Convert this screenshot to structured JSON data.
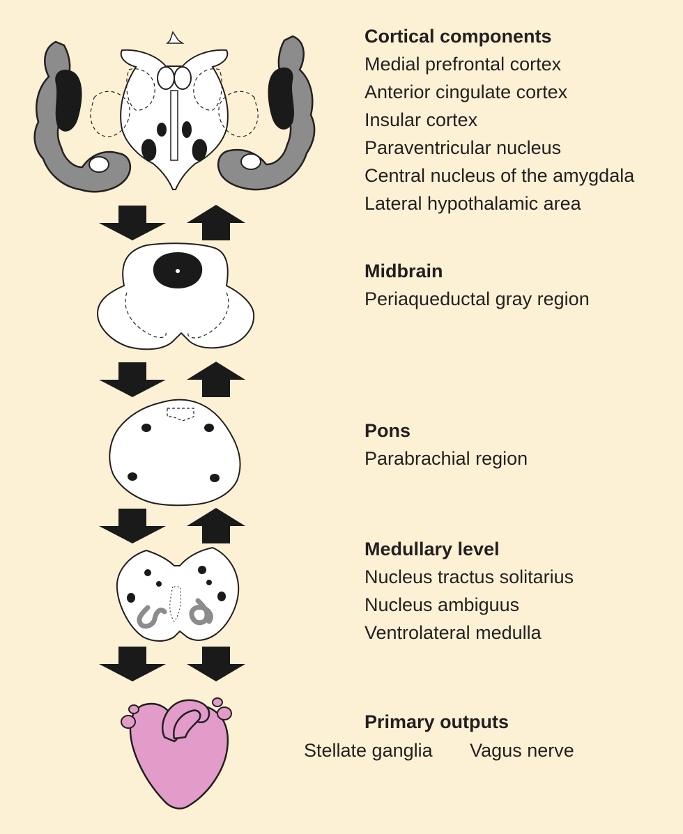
{
  "sections": {
    "cortical": {
      "heading": "Cortical components",
      "items": [
        "Medial prefrontal cortex",
        "Anterior cingulate cortex",
        "Insular cortex",
        "Paraventricular nucleus",
        "Central nucleus of the amygdala",
        "Lateral hypothalamic area"
      ]
    },
    "midbrain": {
      "heading": "Midbrain",
      "items": [
        "Periaqueductal gray region"
      ]
    },
    "pons": {
      "heading": "Pons",
      "items": [
        "Parabrachial region"
      ]
    },
    "medulla": {
      "heading": "Medullary level",
      "items": [
        "Nucleus tractus solitarius",
        "Nucleus ambiguus",
        "Ventrolateral medulla"
      ]
    },
    "outputs": {
      "heading": "Primary outputs",
      "items": [
        "Stellate ganglia",
        "Vagus nerve"
      ]
    }
  },
  "colors": {
    "background": "#fdf1d5",
    "cortex_gray": "#8c8c8c",
    "nucleus_black": "#1a1a1a",
    "heart_pink": "#e39cc9",
    "outline": "#231f20"
  },
  "icons": {
    "down_arrow": "down-arrow-icon",
    "up_arrow": "up-arrow-icon"
  }
}
